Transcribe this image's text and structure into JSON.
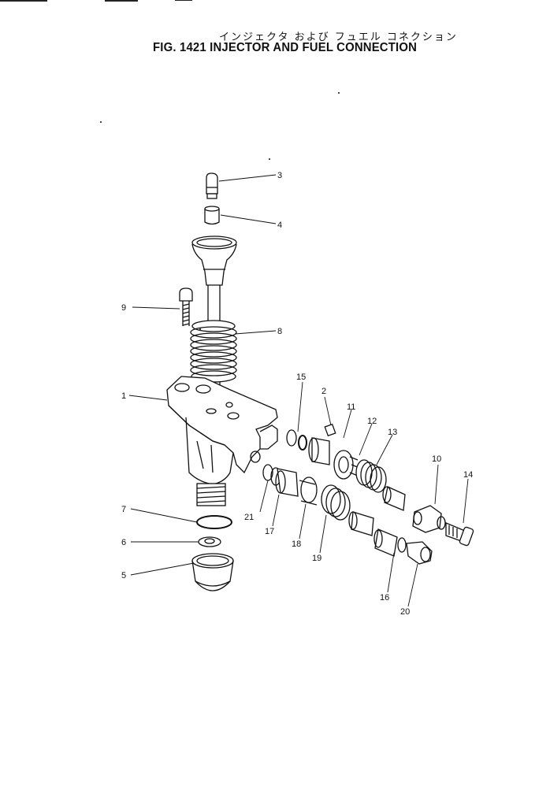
{
  "title_jp": "インジェクタ および フュエル コネクション",
  "title_en": "FIG. 1421  INJECTOR AND FUEL CONNECTION",
  "callouts": [
    {
      "id": "c1",
      "label": "1"
    },
    {
      "id": "c2",
      "label": "2"
    },
    {
      "id": "c3",
      "label": "3"
    },
    {
      "id": "c4",
      "label": "4"
    },
    {
      "id": "c5",
      "label": "5"
    },
    {
      "id": "c6",
      "label": "6"
    },
    {
      "id": "c7",
      "label": "7"
    },
    {
      "id": "c8",
      "label": "8"
    },
    {
      "id": "c9",
      "label": "9"
    },
    {
      "id": "c10",
      "label": "10"
    },
    {
      "id": "c11",
      "label": "11"
    },
    {
      "id": "c12",
      "label": "12"
    },
    {
      "id": "c13",
      "label": "13"
    },
    {
      "id": "c14",
      "label": "14"
    },
    {
      "id": "c15",
      "label": "15"
    },
    {
      "id": "c16",
      "label": "16"
    },
    {
      "id": "c17",
      "label": "17"
    },
    {
      "id": "c18",
      "label": "18"
    },
    {
      "id": "c19",
      "label": "19"
    },
    {
      "id": "c20",
      "label": "20"
    },
    {
      "id": "c21",
      "label": "21"
    }
  ]
}
